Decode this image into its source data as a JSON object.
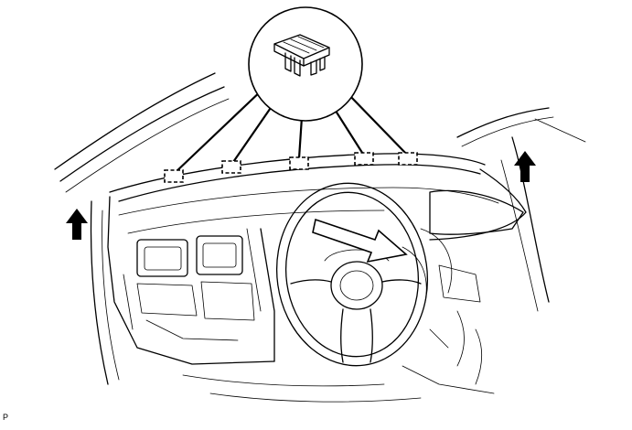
{
  "figure": {
    "code_label": "P"
  },
  "callouts": {
    "clip_count": 5
  },
  "arrows": {
    "lift_arrows": 2,
    "pull_arrows": 1
  }
}
